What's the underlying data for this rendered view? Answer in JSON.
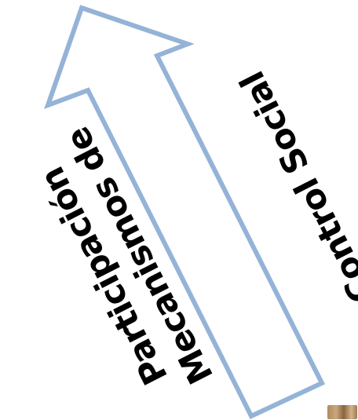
{
  "arrow": {
    "stroke_color": "#95b3d7",
    "fill_color": "#ffffff"
  },
  "labels": {
    "control_social": "Control Social",
    "mecanismos_line1": "Mecanismos de",
    "mecanismos_line2": "Participación"
  },
  "corner_image": {
    "icon": "photo-thumbnail-icon"
  }
}
